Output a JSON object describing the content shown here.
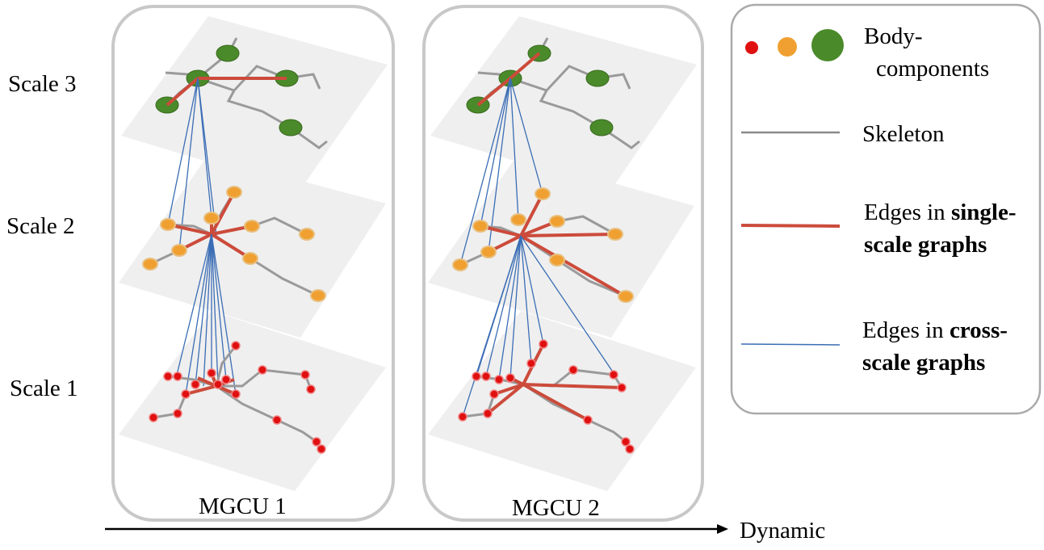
{
  "scales": [
    "Scale 3",
    "Scale 2",
    "Scale 1"
  ],
  "panels": [
    {
      "title": "MGCU 1"
    },
    {
      "title": "MGCU 2"
    }
  ],
  "axis": {
    "label": "Dynamic"
  },
  "legend": {
    "body_components": {
      "line1": "Body-",
      "line2": "components"
    },
    "skeleton": "Skeleton",
    "single_scale": {
      "prefix": "Edges in ",
      "bold1": "single-",
      "bold2": "scale graphs"
    },
    "cross_scale": {
      "prefix": "Edges in ",
      "bold1": "cross-",
      "bold2": "scale graphs"
    }
  },
  "colors": {
    "joint_small": "#e01010",
    "joint_medium": "#f0a030",
    "joint_large": "#4a8a2a",
    "skeleton": "#8a8a8a",
    "single_scale_edge": "#cc4b3b",
    "cross_scale_edge": "#3a6db5",
    "plane": "#efefef",
    "frame": "#c8c8c8"
  }
}
